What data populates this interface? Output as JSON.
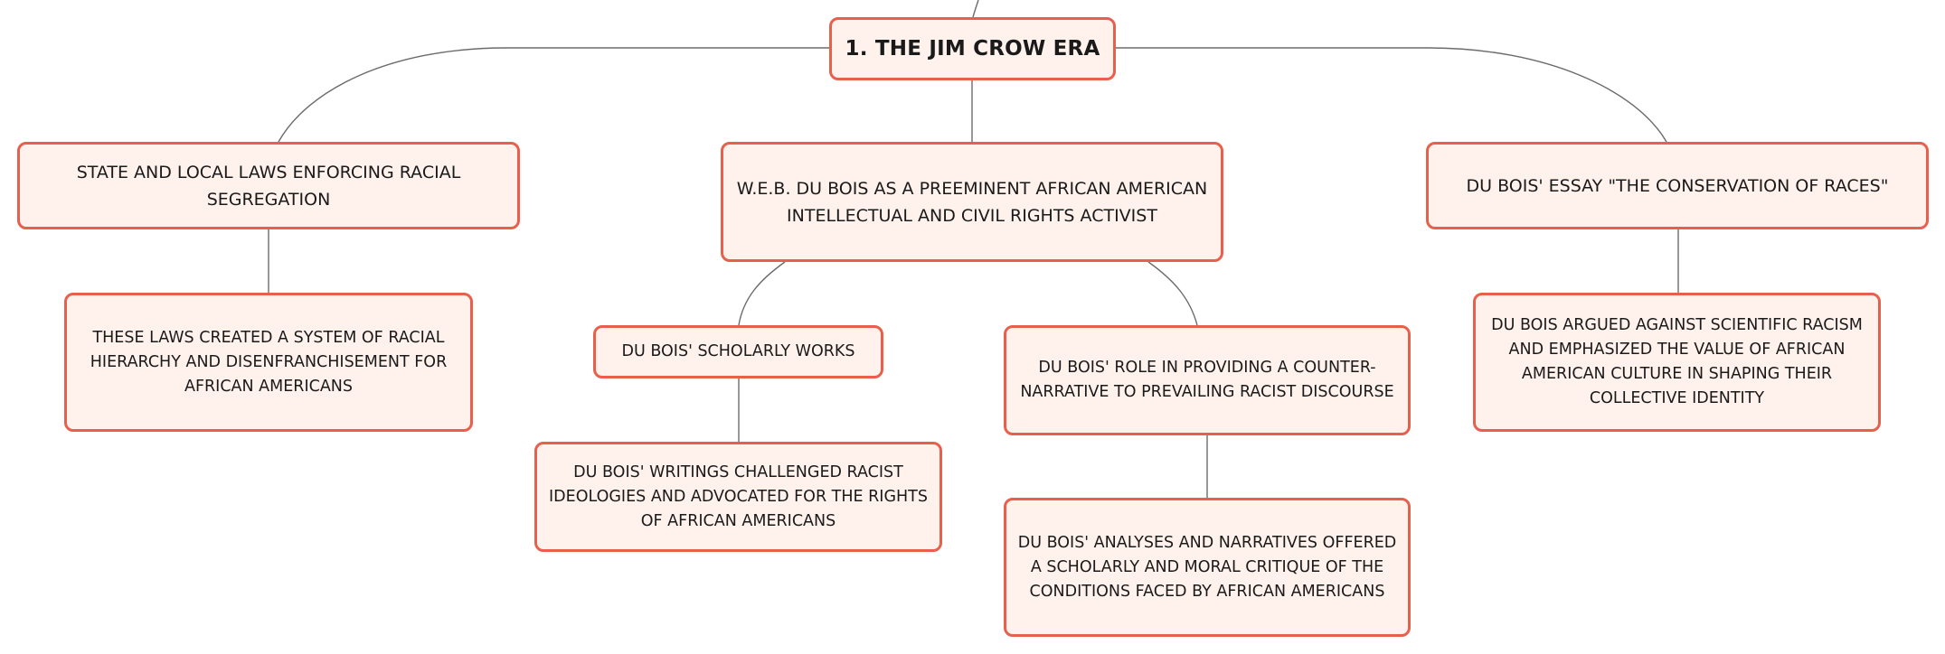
{
  "diagram": {
    "colors": {
      "node_fill": "#fff1ec",
      "node_border": "#e8604c",
      "connector": "#6b6b6b",
      "text": "#1a1a1a"
    },
    "root": {
      "label": "1. THE JIM CROW ERA"
    },
    "topics": [
      {
        "label": "STATE AND LOCAL LAWS ENFORCING RACIAL SEGREGATION",
        "children": [
          {
            "label": "THESE LAWS CREATED A SYSTEM OF RACIAL HIERARCHY AND DISENFRANCHISEMENT FOR AFRICAN AMERICANS"
          }
        ]
      },
      {
        "label": "W.E.B. DU BOIS AS A PREEMINENT AFRICAN AMERICAN INTELLECTUAL AND CIVIL RIGHTS ACTIVIST",
        "children": [
          {
            "label": "DU BOIS' SCHOLARLY WORKS",
            "children": [
              {
                "label": "DU BOIS' WRITINGS CHALLENGED RACIST IDEOLOGIES AND ADVOCATED FOR THE RIGHTS OF AFRICAN AMERICANS"
              }
            ]
          },
          {
            "label": "DU BOIS' ROLE IN PROVIDING A COUNTER-NARRATIVE TO PREVAILING RACIST DISCOURSE",
            "children": [
              {
                "label": "DU BOIS' ANALYSES AND NARRATIVES OFFERED A SCHOLARLY AND MORAL CRITIQUE OF THE CONDITIONS FACED BY AFRICAN AMERICANS"
              }
            ]
          }
        ]
      },
      {
        "label": "DU BOIS' ESSAY \"THE CONSERVATION OF RACES\"",
        "children": [
          {
            "label": "DU BOIS ARGUED AGAINST SCIENTIFIC RACISM AND EMPHASIZED THE VALUE OF AFRICAN AMERICAN CULTURE IN SHAPING THEIR COLLECTIVE IDENTITY"
          }
        ]
      }
    ]
  }
}
